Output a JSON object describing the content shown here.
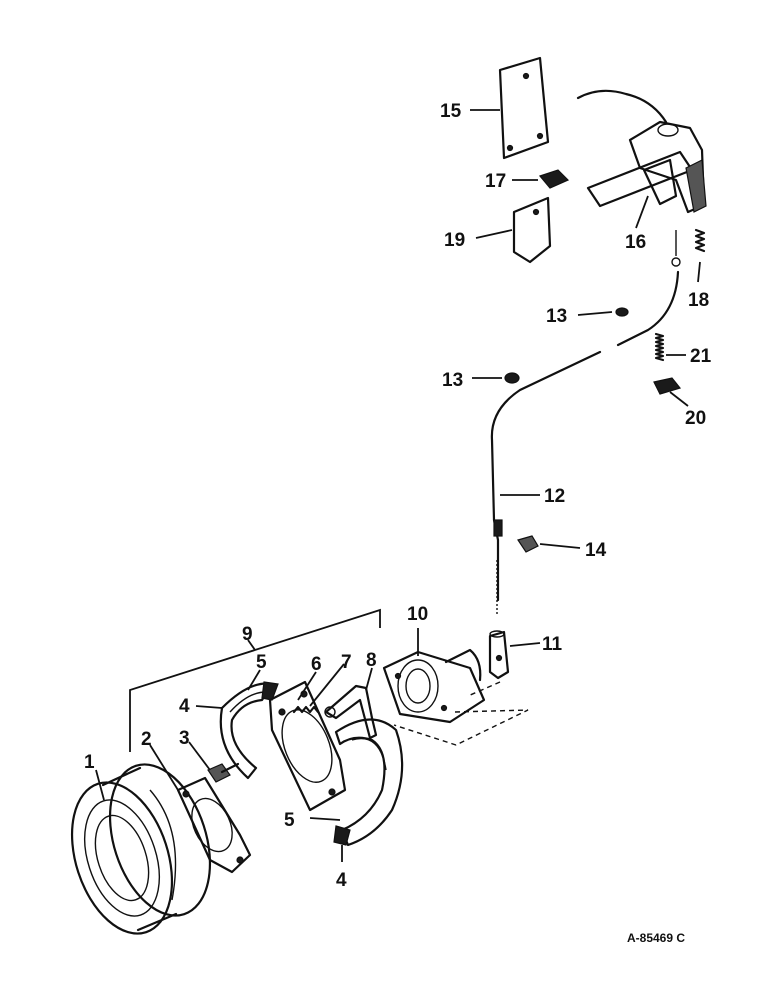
{
  "callouts": {
    "c1": "1",
    "c2": "2",
    "c3": "3",
    "c4a": "4",
    "c4b": "4",
    "c5a": "5",
    "c5b": "5",
    "c6": "6",
    "c7": "7",
    "c8": "8",
    "c9": "9",
    "c10": "10",
    "c11": "11",
    "c12": "12",
    "c13a": "13",
    "c13b": "13",
    "c14": "14",
    "c15": "15",
    "c16": "16",
    "c17": "17",
    "c18": "18",
    "c19": "19",
    "c20": "20",
    "c21": "21"
  },
  "reference": "A-85469 C"
}
